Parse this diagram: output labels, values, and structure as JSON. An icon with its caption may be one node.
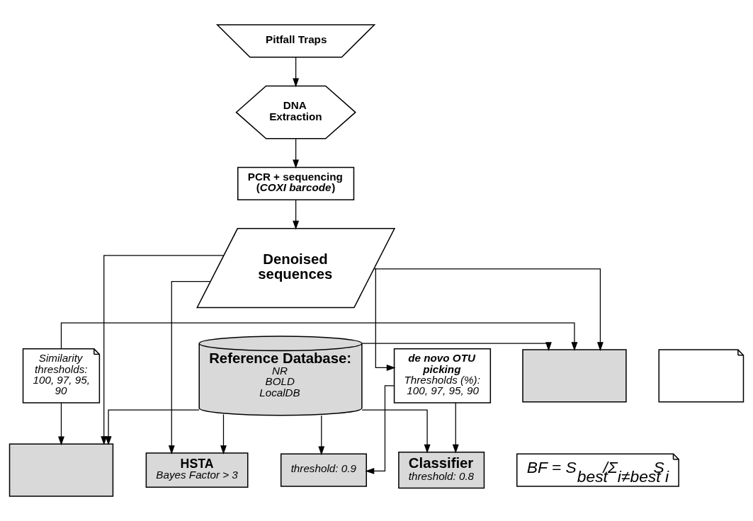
{
  "diagram": {
    "nodes": [
      {
        "text": [
          "Pitfall Traps"
        ]
      },
      {
        "text": [
          "DNA Extraction"
        ]
      },
      {
        "text": [
          "PCR + sequencing (*COXI barcode*)"
        ]
      },
      {
        "text": [
          "Denoised sequences"
        ]
      },
      {
        "text": [
          "de novo OTU picking",
          "Thresholds (%): 100, 97, 95, 90"
        ]
      },
      {
        "text": [],
        "shape": "document"
      },
      {
        "text": [
          "Classifier",
          "threshold: 0.8"
        ]
      },
      {
        "text": [
          "threshold: 0.9"
        ]
      },
      {
        "text": [],
        "shape": "box"
      },
      {
        "text": [],
        "shape": "box"
      },
      {
        "text": [
          "Similarity thresholds: 100, 97, 95, 90"
        ]
      },
      {
        "text": [
          "Reference Database:",
          "NR",
          "BOLD",
          "LocalDB"
        ]
      },
      {
        "text": [
          "HSTA",
          "Bayes Factor > 3"
        ]
      },
      {
        "text": [
          "BF = S$_{best}$/Σ$_{i≠best}$S$_{i}$"
        ]
      }
    ],
    "edges": [
      {
        "from": 0,
        "to": 1,
        "arrow": "to"
      },
      {
        "from": 1,
        "to": 2,
        "arrow": "to"
      },
      {
        "from": 2,
        "to": 3,
        "arrow": "to"
      },
      {
        "from": 3,
        "to": 4,
        "arrow": "to"
      },
      {
        "from": 3,
        "to": 8,
        "arrow": "to"
      },
      {
        "from": 3,
        "to": 9,
        "arrow": "to"
      },
      {
        "from": 3,
        "to": 12,
        "arrow": "to"
      },
      {
        "from": 4,
        "to": 6,
        "arrow": "to"
      },
      {
        "from": 4,
        "to": 7,
        "arrow": "to"
      },
      {
        "from": 11,
        "to": 7,
        "arrow": "to"
      },
      {
        "from": 11,
        "to": 6,
        "arrow": "to"
      },
      {
        "from": 11,
        "to": 8,
        "arrow": "to"
      },
      {
        "from": 10,
        "to": 8,
        "arrow": "to"
      },
      {
        "from": 10,
        "to": 9,
        "arrow": "to"
      },
      {
        "from": 11,
        "to": 9,
        "arrow": "to"
      },
      {
        "from": 11,
        "to": 12,
        "arrow": "to"
      }
    ]
  }
}
